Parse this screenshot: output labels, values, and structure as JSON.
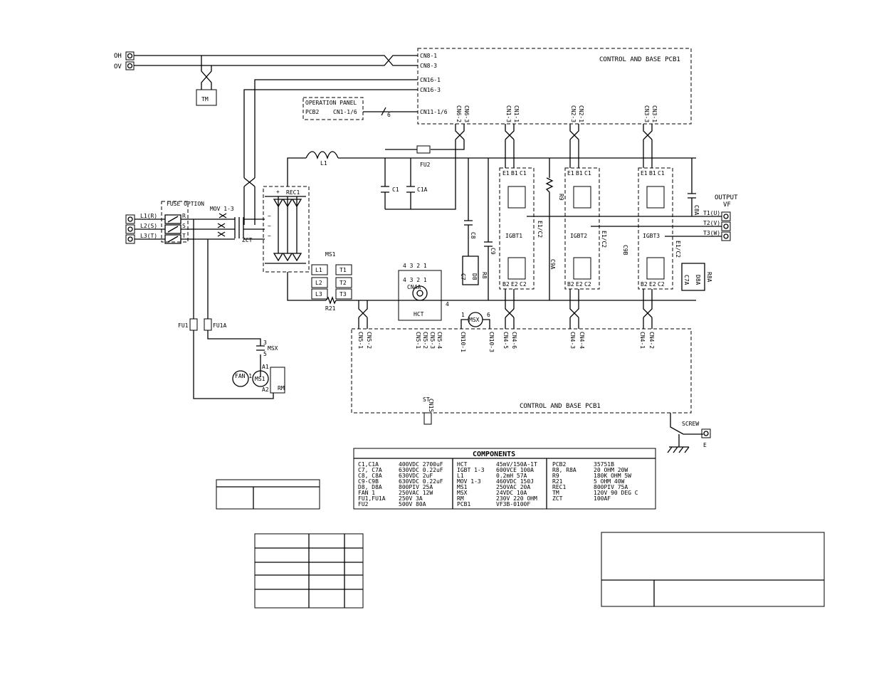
{
  "terminals": {
    "oh": "OH",
    "ov": "OV",
    "l1": "L1(R)",
    "l2": "L2(S)",
    "l3": "L3(T)",
    "t1": "T1(U)",
    "t2": "T2(V)",
    "t3": "T3(W)",
    "e": "E",
    "output_title": "OUTPUT",
    "output_sub": "VF"
  },
  "pcb": {
    "top_title": "CONTROL AND BASE PCB1",
    "bottom_title": "CONTROL AND BASE PCB1"
  },
  "connectors_left": [
    "CN8-1",
    "CN8-3",
    "CN16-1",
    "CN16-3",
    "CN11-1/6"
  ],
  "connectors_top": [
    "CN6-2",
    "CN6-3",
    "CN1-3",
    "CN1-1",
    "CN2-3",
    "CN2-1",
    "CN3-3",
    "CN3-1"
  ],
  "connectors_bottom": [
    "CN5-1",
    "CN5-2",
    "CN5-1",
    "CN5-2",
    "CN5-3",
    "CN5-4",
    "CN10-1",
    "CN10-3",
    "CN4-5",
    "CN4-6",
    "CN4-3",
    "CN4-4",
    "CN4-1",
    "CN4-2",
    "CN15",
    "ST"
  ],
  "operation_panel": {
    "title": "OPERATION PANEL",
    "pcb": "PCB2",
    "cn": "CN1-1/6",
    "wires": "6"
  },
  "parts": {
    "l1": "L1",
    "fu2": "FU2",
    "c1": "C1",
    "c1a": "C1A",
    "rec1": "REC1",
    "mov": "MOV 1-3",
    "zct": "ZCT",
    "fuse_option": "FUSE OPTION",
    "r": "R",
    "s": "S",
    "t": "T",
    "tm": "TM",
    "ms1": "MS1",
    "ms1_l1": "L1",
    "ms1_l2": "L2",
    "ms1_l3": "L3",
    "ms1_t1": "T1",
    "ms1_t2": "T2",
    "ms1_t3": "T3",
    "r21": "R21",
    "fu1": "FU1",
    "fu1a": "FU1A",
    "msx": "MSX",
    "msx_3": "3",
    "msx_5": "5",
    "fan1": "FAN 1",
    "ms1_coil": "MS1",
    "a1": "A1",
    "a2": "A2",
    "rm": "RM",
    "c8": "C8",
    "c7": "C7",
    "d8": "D8",
    "r8": "R8",
    "c9": "C9",
    "c9a": "C9A",
    "c9b": "C9B",
    "c8a": "C8A",
    "c7a": "C7A",
    "d8a": "D8A",
    "r8a": "R8A",
    "r9": "R9",
    "igbt1": "IGBT1",
    "igbt2": "IGBT2",
    "igbt3": "IGBT3",
    "e1": "E1",
    "b1": "B1",
    "c1t": "C1",
    "b2": "B2",
    "e2": "E2",
    "c2e": "C2",
    "e1c2": "E1/C2",
    "hct": "HCT",
    "cn4a": "CN4A",
    "hct_pins": "4  3 2 1",
    "hct_pin4": "4",
    "msx_fan": "MSX",
    "pin1": "1",
    "pin6": "6",
    "screw": "SCREW"
  },
  "components_table": {
    "title": "COMPONENTS",
    "col1": [
      [
        "C1,C1A",
        "400VDC 2700uF"
      ],
      [
        "C7, C7A",
        "630VDC 0.22uF"
      ],
      [
        "C8, C8A",
        "630VDC 2uF"
      ],
      [
        "C9-C9B",
        "630VDC 0.22uF"
      ],
      [
        "D8, D8A",
        "800PIV 25A"
      ],
      [
        "FAN 1",
        "250VAC 12W"
      ],
      [
        "FU1,FU1A",
        "250V 3A"
      ],
      [
        "FU2",
        "500V 80A"
      ]
    ],
    "col2": [
      [
        "HCT",
        "45mV/150A-1T"
      ],
      [
        "IGBT 1-3",
        "600VCE 100A"
      ],
      [
        "L1",
        "0.2mH 57A"
      ],
      [
        "MOV 1-3",
        "460VDC 150J"
      ],
      [
        "MS1",
        "250VAC 20A"
      ],
      [
        "MSX",
        "24VDC 10A"
      ],
      [
        "RM",
        "230V 220 OHM"
      ],
      [
        "PCB1",
        "VF3B-0100F"
      ]
    ],
    "col3": [
      [
        "PCB2",
        "35751B"
      ],
      [
        "R8, R8A",
        "20 OHM 20W"
      ],
      [
        "R9",
        "180K OHM 5W"
      ],
      [
        "R21",
        "5 OHM 40W"
      ],
      [
        "REC1",
        "800PIV 75A"
      ],
      [
        "TM",
        "120V 90 DEG C"
      ],
      [
        "ZCT",
        "100AF"
      ]
    ]
  }
}
